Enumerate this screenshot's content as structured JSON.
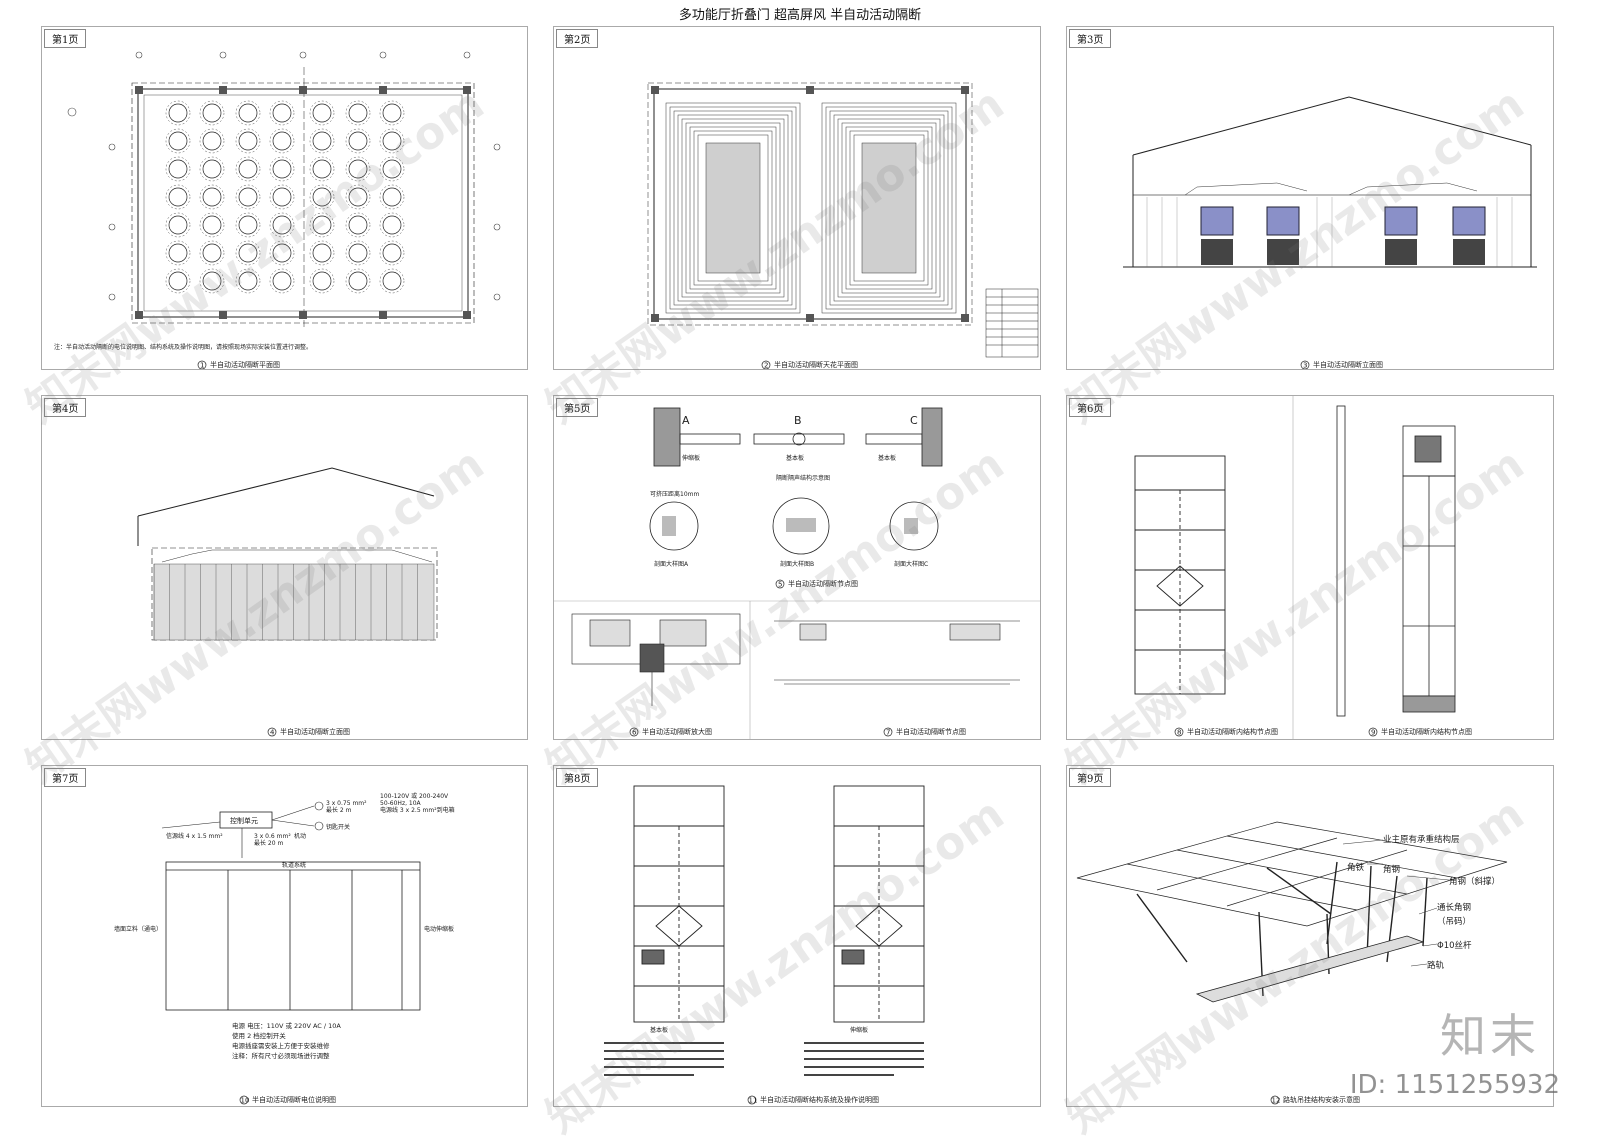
{
  "title": "多功能厅折叠门 超高屏风 半自动活动隔断",
  "pages": [
    {
      "label": "第1页"
    },
    {
      "label": "第2页"
    },
    {
      "label": "第3页"
    },
    {
      "label": "第4页"
    },
    {
      "label": "第5页"
    },
    {
      "label": "第6页"
    },
    {
      "label": "第7页"
    },
    {
      "label": "第8页"
    },
    {
      "label": "第9页"
    }
  ],
  "captions": {
    "c1": "半自动活动隔断平面图",
    "c2": "半自动活动隔断天花平面图",
    "c3": "半自动活动隔断立面图",
    "c4": "半自动活动隔断立面图",
    "c5": "半自动活动隔断节点图",
    "c6": "半自动活动隔断放大图",
    "c7": "半自动活动隔断节点图",
    "c8": "半自动活动隔断内结构节点图",
    "c9": "半自动活动隔断内结构节点图",
    "c10": "半自动活动隔断电位说明图",
    "c11": "半自动活动隔断结构系统及操作说明图",
    "c12": "路轨吊挂结构安装示意图"
  },
  "p1": {
    "note": "注：半自动活动隔断的电位说明图、结构系统及操作说明图，请按照现场实际安装位置进行调整。"
  },
  "p5": {
    "a": "A",
    "b": "B",
    "c": "C",
    "board1": "伸缩板",
    "board2": "基本板",
    "board3": "基本板",
    "sound": "隔断隔声结构示意图",
    "detA": "剖面大样图A",
    "detB": "剖面大样图B",
    "detC": "剖面大样图C",
    "gap": "可挤压距离10mm"
  },
  "p7": {
    "control": "控制单元",
    "wire1": "3 x 0.75 mm²",
    "wire1b": "最长 2 m",
    "wire2": "3 x 0.6 mm²",
    "wire2b": "最长 20 m",
    "wire2c": "机动",
    "signal": "信源线 4 x 1.5 mm²",
    "switch": "钥匙开关",
    "power_spec1": "100-120V 或 200-240V",
    "power_spec2": "50-60Hz, 10A",
    "power_spec3": "电源线 3 x 2.5 mm²到电箱",
    "track": "轨道系统",
    "left_label": "墙面立料（通电）",
    "right_label": "电动伸缩板",
    "spec1": "电源    电压：110V    或    220V AC / 10A",
    "spec2": "使用    2 档控制开关",
    "spec3": "电源插座需安装上方便于安装维修",
    "spec4": "注释：所有尺寸必须现场进行调整"
  },
  "p8": {
    "left_bottom": "基本板",
    "right_bottom": "伸缩板"
  },
  "p9": {
    "structure": "业主原有承重结构层",
    "angle_iron": "角铁",
    "angle_steel": "角钢",
    "angle_steel_brace": "角钢（斜撑）",
    "long_angle": "通长角钢",
    "hanger": "（吊码）",
    "rod": "Φ10丝杆",
    "rail": "路轨"
  },
  "brand": "知末",
  "id_text": "ID: 1151255932",
  "watermark": "知末网www.znzmo.com"
}
